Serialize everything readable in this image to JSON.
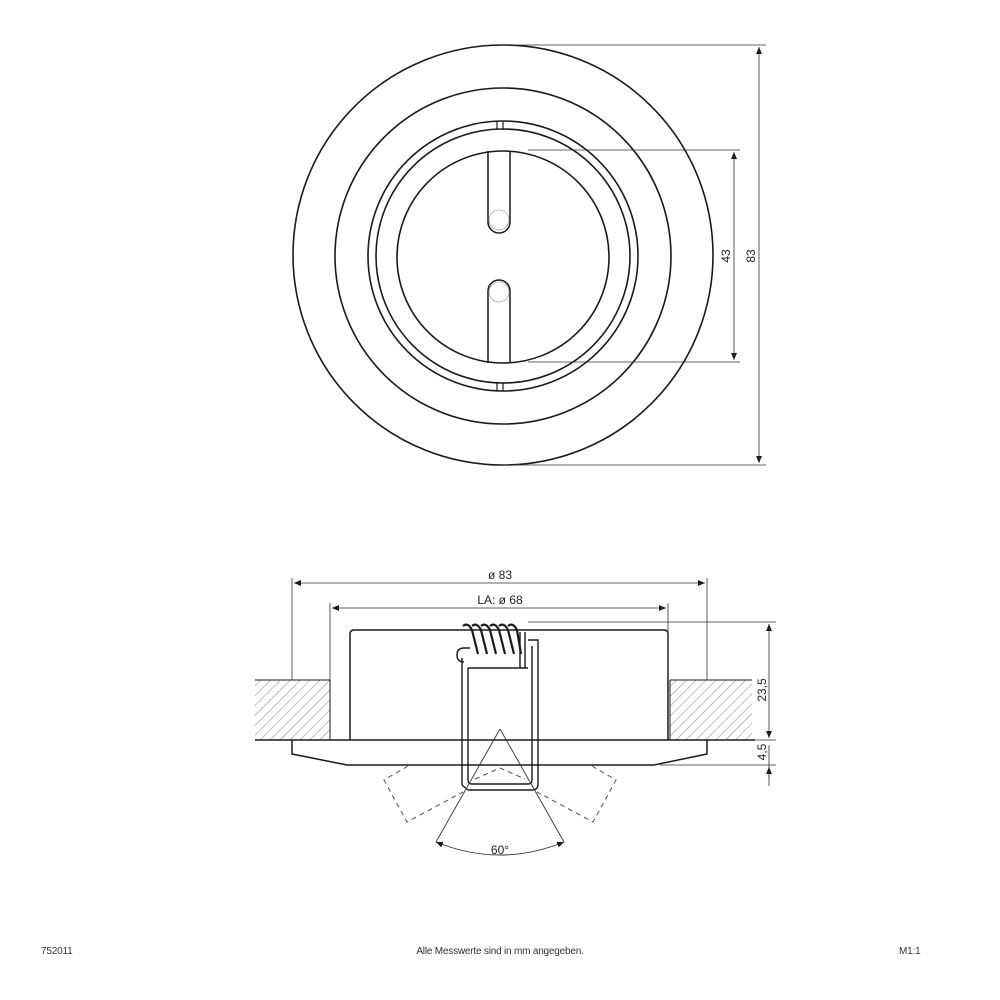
{
  "top_view": {
    "dimensions": {
      "outer_diameter": "83",
      "inner_diameter": "43"
    }
  },
  "side_view": {
    "dimensions": {
      "overall_diameter": "ø 83",
      "cutout_diameter": "LA: ø 68",
      "installation_depth": "23,5",
      "bezel_height": "4,5",
      "tilt_angle": "60°"
    }
  },
  "footer": {
    "article_number": "752011",
    "note": "Alle Messwerte sind in mm angegeben.",
    "scale": "M1:1"
  },
  "colors": {
    "line": "#1a1a1a",
    "thin_line": "#333333",
    "hatch": "#555555",
    "background": "#ffffff"
  }
}
